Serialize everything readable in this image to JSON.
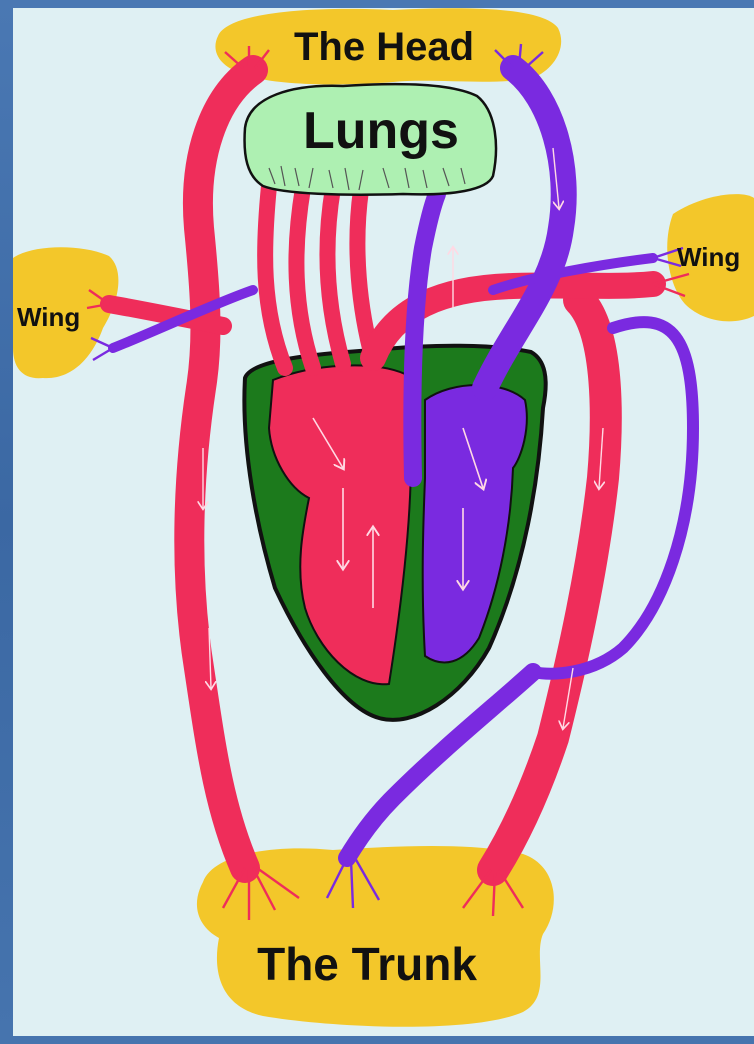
{
  "labels": {
    "head": "The Head",
    "lungs": "Lungs",
    "wing_left": "Wing",
    "wing_right": "Wing",
    "trunk": "The Trunk"
  },
  "colors": {
    "background_outer": "#3d6ca6",
    "panel": "#dff0f3",
    "oxygenated": "#ef2d5a",
    "deoxygenated": "#7a2ae0",
    "heart_wall": "#1c7a1c",
    "lungs_fill": "#aef0b2",
    "organ_fill": "#f3c72a",
    "outline": "#1a1a1a"
  },
  "icons": {
    "arrows": "flow-arrow-icon"
  }
}
